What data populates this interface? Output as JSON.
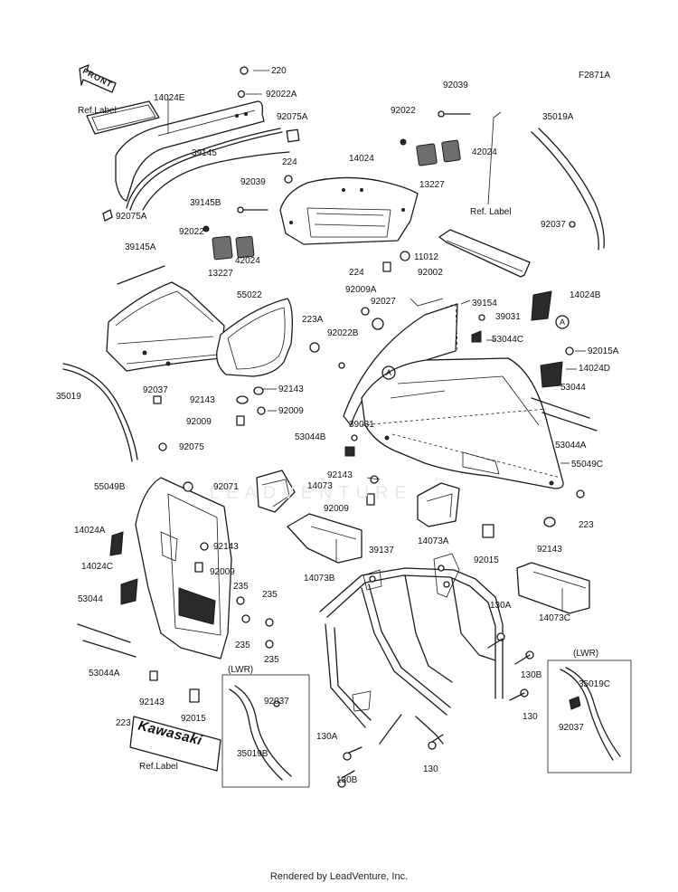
{
  "diagram_code": "F2871A",
  "front_label": "FRONT",
  "brand_text": "Kawasaki",
  "watermark": "LEADVENTURE",
  "footer": "Rendered by LeadVenture, Inc.",
  "callouts": [
    {
      "id": "c220",
      "text": "220"
    },
    {
      "id": "c92022a",
      "text": "92022A"
    },
    {
      "id": "c14024e",
      "text": "14024E"
    },
    {
      "id": "crefl1",
      "text": "Ref.Label"
    },
    {
      "id": "c92075a",
      "text": "92075A"
    },
    {
      "id": "c39145",
      "text": "39145"
    },
    {
      "id": "c39145b",
      "text": "39145B"
    },
    {
      "id": "c92075a2",
      "text": "92075A"
    },
    {
      "id": "c92022t",
      "text": "92022"
    },
    {
      "id": "c92039t",
      "text": "92039"
    },
    {
      "id": "c42024t",
      "text": "42024"
    },
    {
      "id": "c13227t",
      "text": "13227"
    },
    {
      "id": "c224t",
      "text": "224"
    },
    {
      "id": "c14024",
      "text": "14024"
    },
    {
      "id": "c35019a",
      "text": "35019A"
    },
    {
      "id": "c92039m",
      "text": "92039"
    },
    {
      "id": "c92022m",
      "text": "92022"
    },
    {
      "id": "c13227m",
      "text": "13227"
    },
    {
      "id": "c42024m",
      "text": "42024"
    },
    {
      "id": "c55022",
      "text": "55022"
    },
    {
      "id": "c39145a",
      "text": "39145A"
    },
    {
      "id": "crefl2",
      "text": "Ref. Label"
    },
    {
      "id": "c92037t",
      "text": "92037"
    },
    {
      "id": "c11012",
      "text": "11012"
    },
    {
      "id": "c224m",
      "text": "224"
    },
    {
      "id": "c92002",
      "text": "92002"
    },
    {
      "id": "c92009a",
      "text": "92009A"
    },
    {
      "id": "c92027",
      "text": "92027"
    },
    {
      "id": "c39154",
      "text": "39154"
    },
    {
      "id": "c14024b",
      "text": "14024B"
    },
    {
      "id": "c39031a",
      "text": "39031"
    },
    {
      "id": "c223a",
      "text": "223A"
    },
    {
      "id": "c92022b",
      "text": "92022B"
    },
    {
      "id": "c53044c",
      "text": "53044C"
    },
    {
      "id": "c92015a",
      "text": "92015A"
    },
    {
      "id": "c14024d",
      "text": "14024D"
    },
    {
      "id": "c35019",
      "text": "35019"
    },
    {
      "id": "c92037l",
      "text": "92037"
    },
    {
      "id": "c92143a",
      "text": "92143"
    },
    {
      "id": "c92143b",
      "text": "92143"
    },
    {
      "id": "c92009a1",
      "text": "92009"
    },
    {
      "id": "c92009b",
      "text": "92009"
    },
    {
      "id": "c53044r",
      "text": "53044"
    },
    {
      "id": "c53044ar",
      "text": "53044A"
    },
    {
      "id": "c39031b",
      "text": "39031"
    },
    {
      "id": "c53044b",
      "text": "53044B"
    },
    {
      "id": "c92075",
      "text": "92075"
    },
    {
      "id": "c55049c",
      "text": "55049C"
    },
    {
      "id": "c92143c",
      "text": "92143"
    },
    {
      "id": "c55049b",
      "text": "55049B"
    },
    {
      "id": "c92071",
      "text": "92071"
    },
    {
      "id": "c14073",
      "text": "14073"
    },
    {
      "id": "c92009c",
      "text": "92009"
    },
    {
      "id": "c223r",
      "text": "223"
    },
    {
      "id": "c14024a",
      "text": "14024A"
    },
    {
      "id": "c92143d",
      "text": "92143"
    },
    {
      "id": "c14073a",
      "text": "14073A"
    },
    {
      "id": "c92015m",
      "text": "92015"
    },
    {
      "id": "c92143e",
      "text": "92143"
    },
    {
      "id": "c39137",
      "text": "39137"
    },
    {
      "id": "c14024c",
      "text": "14024C"
    },
    {
      "id": "c92009d",
      "text": "92009"
    },
    {
      "id": "c14073b",
      "text": "14073B"
    },
    {
      "id": "c235a",
      "text": "235"
    },
    {
      "id": "c235b",
      "text": "235"
    },
    {
      "id": "c235c",
      "text": "235"
    },
    {
      "id": "c235d",
      "text": "235"
    },
    {
      "id": "c53044l",
      "text": "53044"
    },
    {
      "id": "c53044al",
      "text": "53044A"
    },
    {
      "id": "c130a1",
      "text": "130A"
    },
    {
      "id": "c14073c",
      "text": "14073C"
    },
    {
      "id": "clwr1",
      "text": "(LWR)"
    },
    {
      "id": "clwr2",
      "text": "(LWR)"
    },
    {
      "id": "c92037b",
      "text": "92037"
    },
    {
      "id": "c35019b",
      "text": "35019B"
    },
    {
      "id": "c130b1",
      "text": "130B"
    },
    {
      "id": "c35019c",
      "text": "35019C"
    },
    {
      "id": "c130r",
      "text": "130"
    },
    {
      "id": "c92037r",
      "text": "92037"
    },
    {
      "id": "c223l",
      "text": "223"
    },
    {
      "id": "c92143f",
      "text": "92143"
    },
    {
      "id": "c92015l",
      "text": "92015"
    },
    {
      "id": "c130a2",
      "text": "130A"
    },
    {
      "id": "c130b2",
      "text": "130B"
    },
    {
      "id": "c130m",
      "text": "130"
    },
    {
      "id": "crefl3",
      "text": "Ref.Label"
    }
  ],
  "markers": [
    {
      "id": "ma1",
      "text": "A"
    },
    {
      "id": "ma2",
      "text": "A"
    }
  ]
}
